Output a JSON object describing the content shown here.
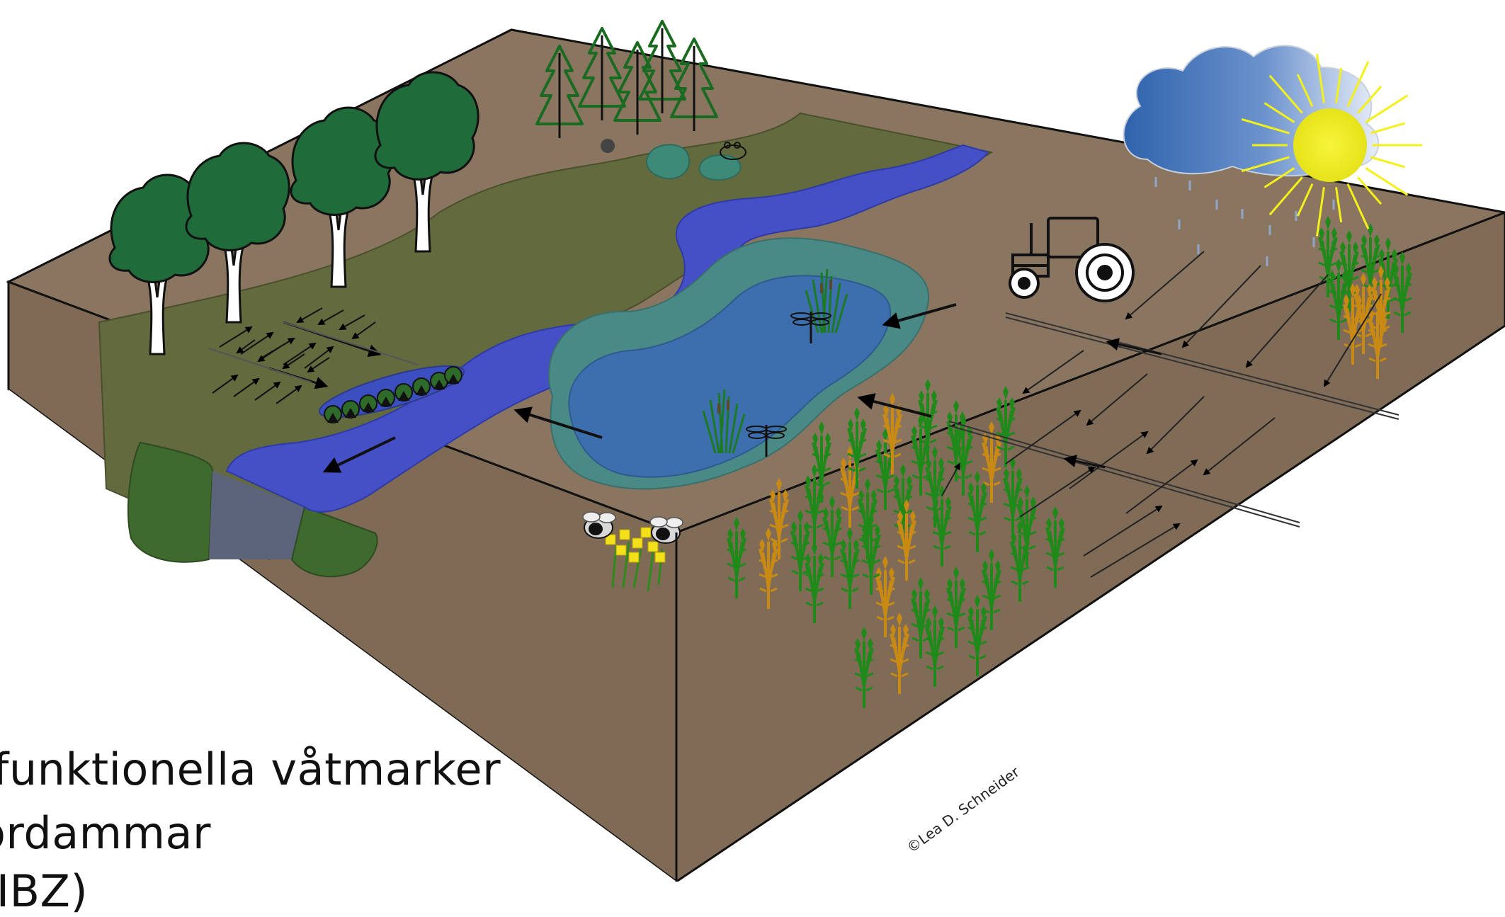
{
  "caption": {
    "line1": "tifunktionella våtmarker",
    "line2": "ordammar",
    "line3": "(IBZ)"
  },
  "credit": "©Lea D. Schneider",
  "colors": {
    "ground_top": "#8a7560",
    "ground_front": "#7e6a55",
    "ground_side": "#806b57",
    "outline": "#111111",
    "river": "#4650c6",
    "riverbank": "#636a3e",
    "wetland_water": "#3d6fae",
    "wetland_rim": "#4a8a86",
    "cloud": "#3a6fb6",
    "sun": "#f3f01a",
    "crop_green": "#1f8a1a",
    "crop_ripe": "#c98a14",
    "tree_green": "#1f6b3a",
    "buffer_green": "#2e6a2a",
    "blue_soil": "#5b6478"
  },
  "icons": [
    "tree-icon",
    "conifer-icon",
    "tractor-icon",
    "cloud-icon",
    "sun-icon",
    "bee-icon",
    "dragonfly-icon",
    "frog-icon",
    "reed-icon",
    "flower-icon",
    "crop-icon",
    "flow-arrow-icon",
    "drain-pipe-icon"
  ]
}
